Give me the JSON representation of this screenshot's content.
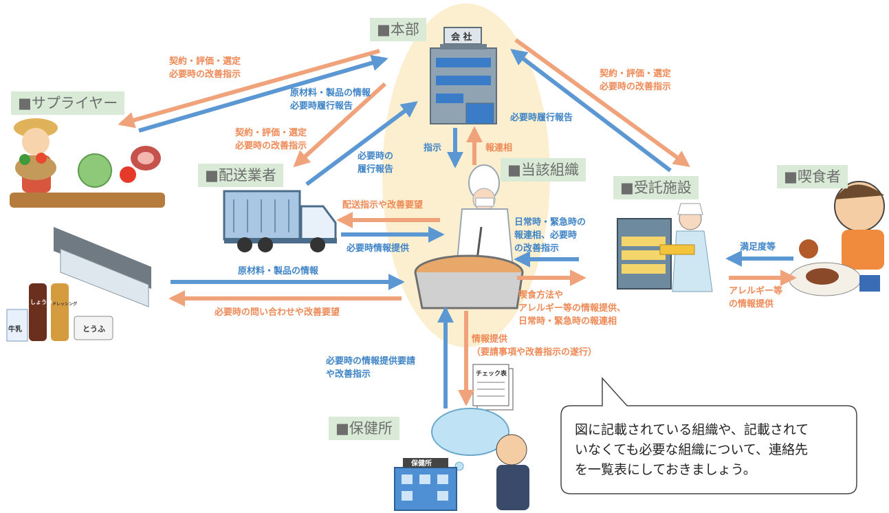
{
  "colors": {
    "orange": "#f0a27a",
    "blue": "#5b97d3",
    "node_bg": "#d9ebd6",
    "ellipse": "#fcefcf"
  },
  "nodes": {
    "honbu": "■本部",
    "supplier": "■サプライヤー",
    "haisou": "■配送業者",
    "tougai": "■当該組織",
    "jutaku": "■受託施設",
    "kisshoku": "■喫食者",
    "hokenjo": "■保健所"
  },
  "illustrations": {
    "building_sign": "会 社",
    "soy_sauce": "しょうゆ",
    "dressing": "ドレッシング",
    "milk": "牛乳",
    "tofu": "とうふ",
    "checklist": "チェック表",
    "hokenjo_sign": "保健所"
  },
  "arrows": {
    "honbu_to_supplier": "契約・評価・選定\n必要時の改善指示",
    "supplier_to_honbu": "原材料・製品の情報\n必要時履行報告",
    "honbu_to_haisou": "契約・評価・選定\n必要時の改善指示",
    "haisou_to_honbu": "必要時の\n履行報告",
    "honbu_to_jutaku": "契約・評価・選定\n必要時の改善指示",
    "jutaku_to_honbu": "必要時履行報告",
    "honbu_to_tougai": "指示",
    "tougai_to_honbu": "報連相",
    "tougai_to_haisou": "配送指示や改善要望",
    "haisou_to_tougai": "必要時情報提供",
    "supplier_to_tougai": "原材料・製品の情報",
    "tougai_to_supplier": "必要時の問い合わせや改善要望",
    "jutaku_to_tougai": "日常時・緊急時の\n報連相、必要時\nの改善指示",
    "tougai_to_jutaku": "喫食方法や\nアレルギー等の情報提供、\n日常時・緊急時の報連相",
    "kisshoku_to_jutaku": "満足度等",
    "jutaku_to_kisshoku": "アレルギー等\nの情報提供",
    "hokenjo_to_tougai": "必要時の情報提供要請\nや改善指示",
    "tougai_to_hokenjo": "情報提供\n（要請事項や改善指示の遂行）"
  },
  "callout": "図に記載されている組織や、記載されて\nいなくても必要な組織について、連絡先\nを一覧表にしておきましょう。"
}
